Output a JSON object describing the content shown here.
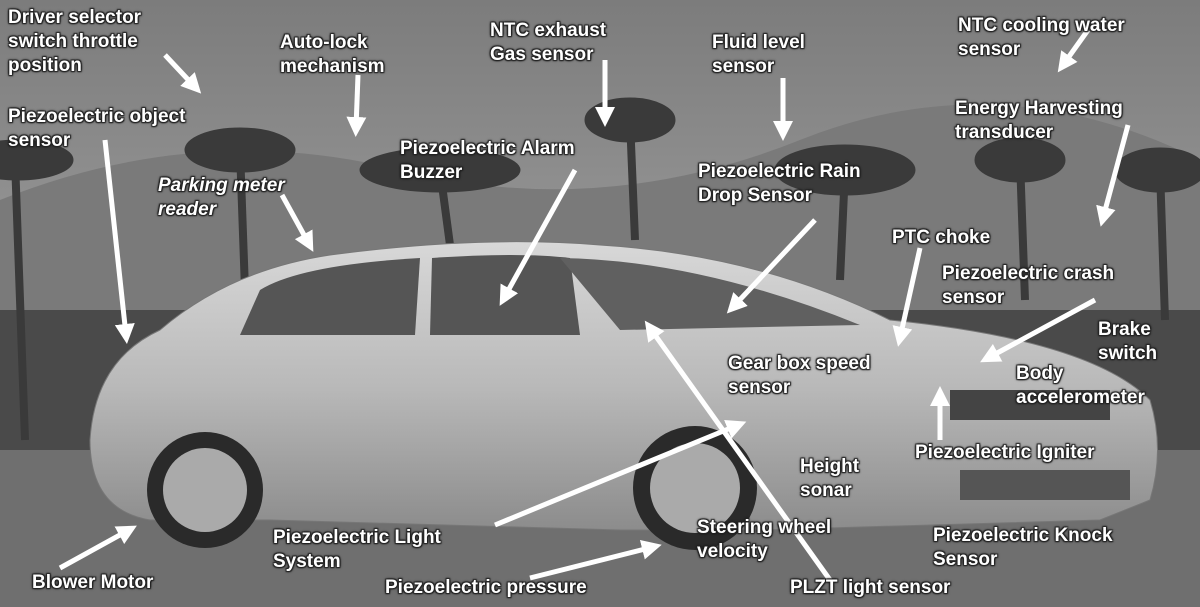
{
  "labels": {
    "driver_selector": "Driver selector\nswitch throttle\nposition",
    "auto_lock": "Auto-lock\nmechanism",
    "ntc_exhaust": "NTC exhaust\nGas sensor",
    "fluid_level": "Fluid level\nsensor",
    "ntc_cooling": "NTC cooling water\nsensor",
    "piezo_object": "Piezoelectric object\nsensor",
    "energy_harvesting": "Energy Harvesting\ntransducer",
    "alarm_buzzer": "Piezoelectric Alarm\nBuzzer",
    "parking_meter": "Parking meter\nreader",
    "rain_drop": "Piezoelectric Rain\nDrop Sensor",
    "ptc_choke": "PTC choke",
    "crash_sensor": "Piezoelectric crash\nsensor",
    "brake_switch": "Brake\nswitch",
    "gear_box": "Gear box speed\nsensor",
    "body_accel": "Body\naccelerometer",
    "igniter": "Piezoelectric Igniter",
    "height_sonar": "Height\nsonar",
    "steering": "Steering wheel\nvelocity",
    "knock_sensor": "Piezoelectric Knock\nSensor",
    "light_system": "Piezoelectric Light\nSystem",
    "blower_motor": "Blower Motor",
    "pressure": "Piezoelectric pressure",
    "plzt": "PLZT light sensor"
  }
}
